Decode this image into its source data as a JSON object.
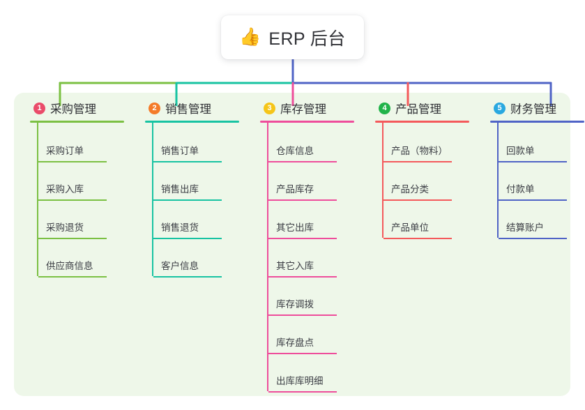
{
  "root": {
    "icon": "thumbs-up-icon",
    "emoji": "👍",
    "title": "ERP 后台"
  },
  "panel": {
    "background_color": "#eef7e9"
  },
  "branches": [
    {
      "number": "1",
      "label": "采购管理",
      "badge_color": "#ea4c6a",
      "line_color": "#7bc043",
      "children": [
        {
          "label": "采购订单"
        },
        {
          "label": "采购入库"
        },
        {
          "label": "采购退货"
        },
        {
          "label": "供应商信息"
        }
      ]
    },
    {
      "number": "2",
      "label": "销售管理",
      "badge_color": "#f47b29",
      "line_color": "#17c3a2",
      "children": [
        {
          "label": "销售订单"
        },
        {
          "label": "销售出库"
        },
        {
          "label": "销售退货"
        },
        {
          "label": "客户信息"
        }
      ]
    },
    {
      "number": "3",
      "label": "库存管理",
      "badge_color": "#f5c518",
      "line_color": "#ee4d9b",
      "children": [
        {
          "label": "仓库信息"
        },
        {
          "label": "产品库存"
        },
        {
          "label": "其它出库"
        },
        {
          "label": "其它入库"
        },
        {
          "label": "库存调拨"
        },
        {
          "label": "库存盘点"
        },
        {
          "label": "出库库明细"
        }
      ]
    },
    {
      "number": "4",
      "label": "产品管理",
      "badge_color": "#21b34a",
      "line_color": "#f4595b",
      "children": [
        {
          "label": "产品（物料）"
        },
        {
          "label": "产品分类"
        },
        {
          "label": "产品单位"
        }
      ]
    },
    {
      "number": "5",
      "label": "财务管理",
      "badge_color": "#29a8e0",
      "line_color": "#4f63c6",
      "children": [
        {
          "label": "回款单"
        },
        {
          "label": "付款单"
        },
        {
          "label": "结算账户"
        }
      ]
    }
  ],
  "connectors": {
    "trunk_color": "#4f63c6",
    "bus_segment_colors": [
      "#7bc043",
      "#17c3a2",
      "#4f63c6"
    ]
  }
}
